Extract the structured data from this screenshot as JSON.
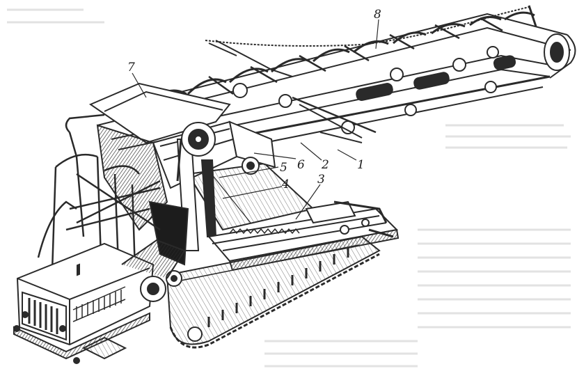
{
  "figure": {
    "colors": {
      "ink": "#2a2a2a",
      "paper": "#ffffff",
      "shade": "#6a6a6a",
      "dark": "#1c1c1c"
    },
    "callouts": [
      {
        "id": "1",
        "label": "1"
      },
      {
        "id": "2",
        "label": "2"
      },
      {
        "id": "3",
        "label": "3"
      },
      {
        "id": "4",
        "label": "4"
      },
      {
        "id": "5",
        "label": "5"
      },
      {
        "id": "6",
        "label": "6"
      },
      {
        "id": "7",
        "label": "7"
      },
      {
        "id": "8",
        "label": "8"
      }
    ]
  }
}
